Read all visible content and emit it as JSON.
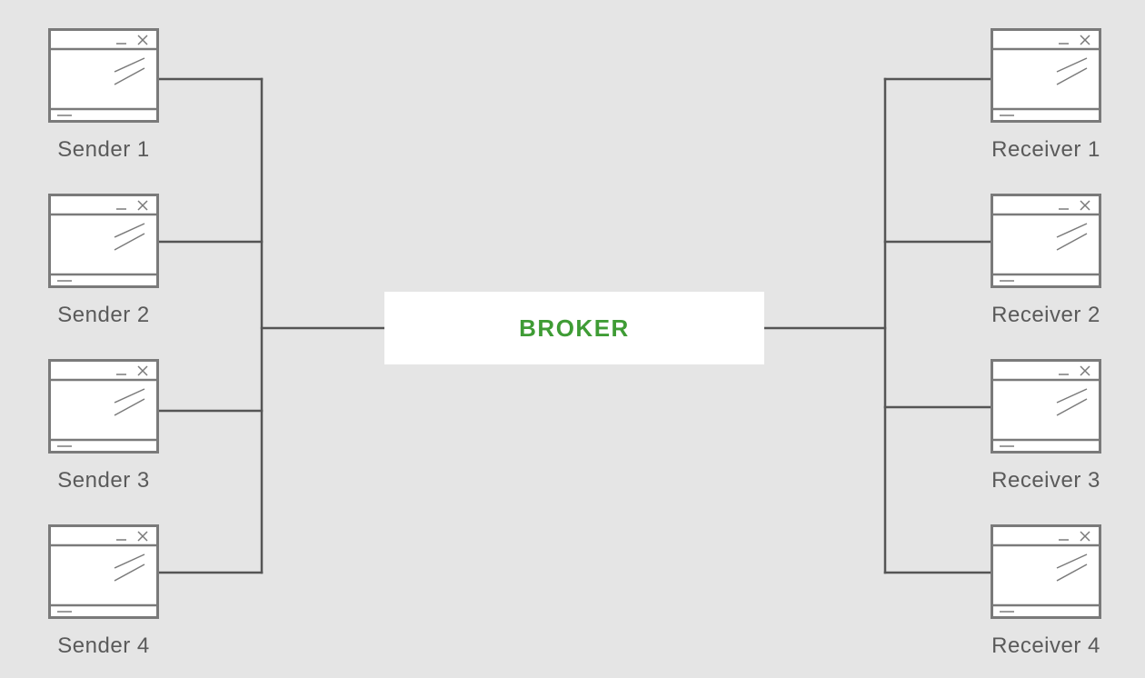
{
  "senders": [
    {
      "label": "Sender 1"
    },
    {
      "label": "Sender 2"
    },
    {
      "label": "Sender 3"
    },
    {
      "label": "Sender 4"
    }
  ],
  "receivers": [
    {
      "label": "Receiver 1"
    },
    {
      "label": "Receiver 2"
    },
    {
      "label": "Receiver 3"
    },
    {
      "label": "Receiver 4"
    }
  ],
  "broker": {
    "label": "BROKER"
  },
  "icons": {
    "client": "app-window-icon"
  },
  "colors": {
    "background": "#e5e5e5",
    "line": "#555555",
    "icon_stroke": "#7a7a7a",
    "label": "#5a5a5a",
    "broker_fill": "#ffffff",
    "broker_text": "#3f9c35"
  }
}
